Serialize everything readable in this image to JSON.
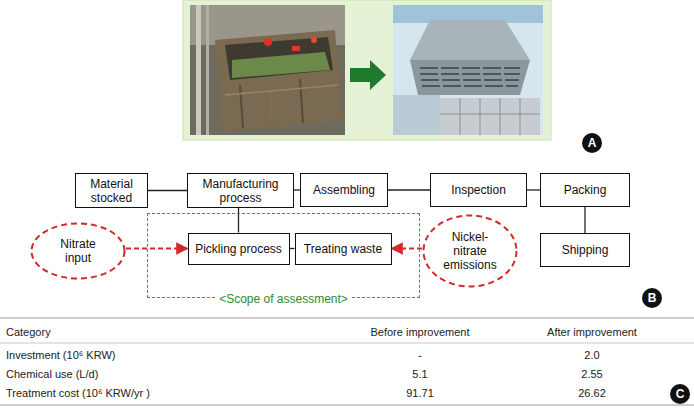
{
  "diagram": {
    "nodes": [
      {
        "text": [
          "A"
        ]
      },
      {
        "text": [
          "Material stocked"
        ]
      },
      {
        "text": [
          "Manufacturing process"
        ]
      },
      {
        "text": [
          "Assembling"
        ]
      },
      {
        "text": [
          "Inspection"
        ]
      },
      {
        "text": [
          "Packing"
        ]
      },
      {
        "text": [
          "<Scope of assessment>"
        ]
      },
      {
        "text": [
          "Nitrate input"
        ]
      },
      {
        "text": [
          "Pickling process"
        ],
        "in": 6
      },
      {
        "text": [
          "Treating waste"
        ],
        "in": 6
      },
      {
        "text": [
          "Nickel-nitrate emissions"
        ]
      },
      {
        "text": [
          "Shipping"
        ]
      },
      {
        "text": [
          "B"
        ]
      },
      {
        "text": [
          "C"
        ]
      }
    ],
    "edges": [
      {
        "from": 1,
        "to": 2,
        "arrow": "none"
      },
      {
        "from": 2,
        "to": 3,
        "arrow": "none"
      },
      {
        "from": 3,
        "to": 4,
        "arrow": "none"
      },
      {
        "from": 4,
        "to": 5,
        "arrow": "none"
      },
      {
        "from": 2,
        "to": 8,
        "arrow": "none"
      },
      {
        "from": 8,
        "to": 9,
        "arrow": "none"
      },
      {
        "from": 5,
        "to": 11,
        "arrow": "none"
      },
      {
        "from": 7,
        "to": 8,
        "arrow": "to"
      },
      {
        "from": 10,
        "to": 9,
        "arrow": "to"
      }
    ],
    "labels": [
      "Category",
      "Before improvement",
      "After improvement",
      "Investment (10⁶ KRW)",
      "-",
      "2.0",
      "Chemical use (L/d)",
      "5.1",
      "2.55",
      "Treatment cost (10⁶ KRW/yr )",
      "91.71",
      "26.62"
    ]
  }
}
